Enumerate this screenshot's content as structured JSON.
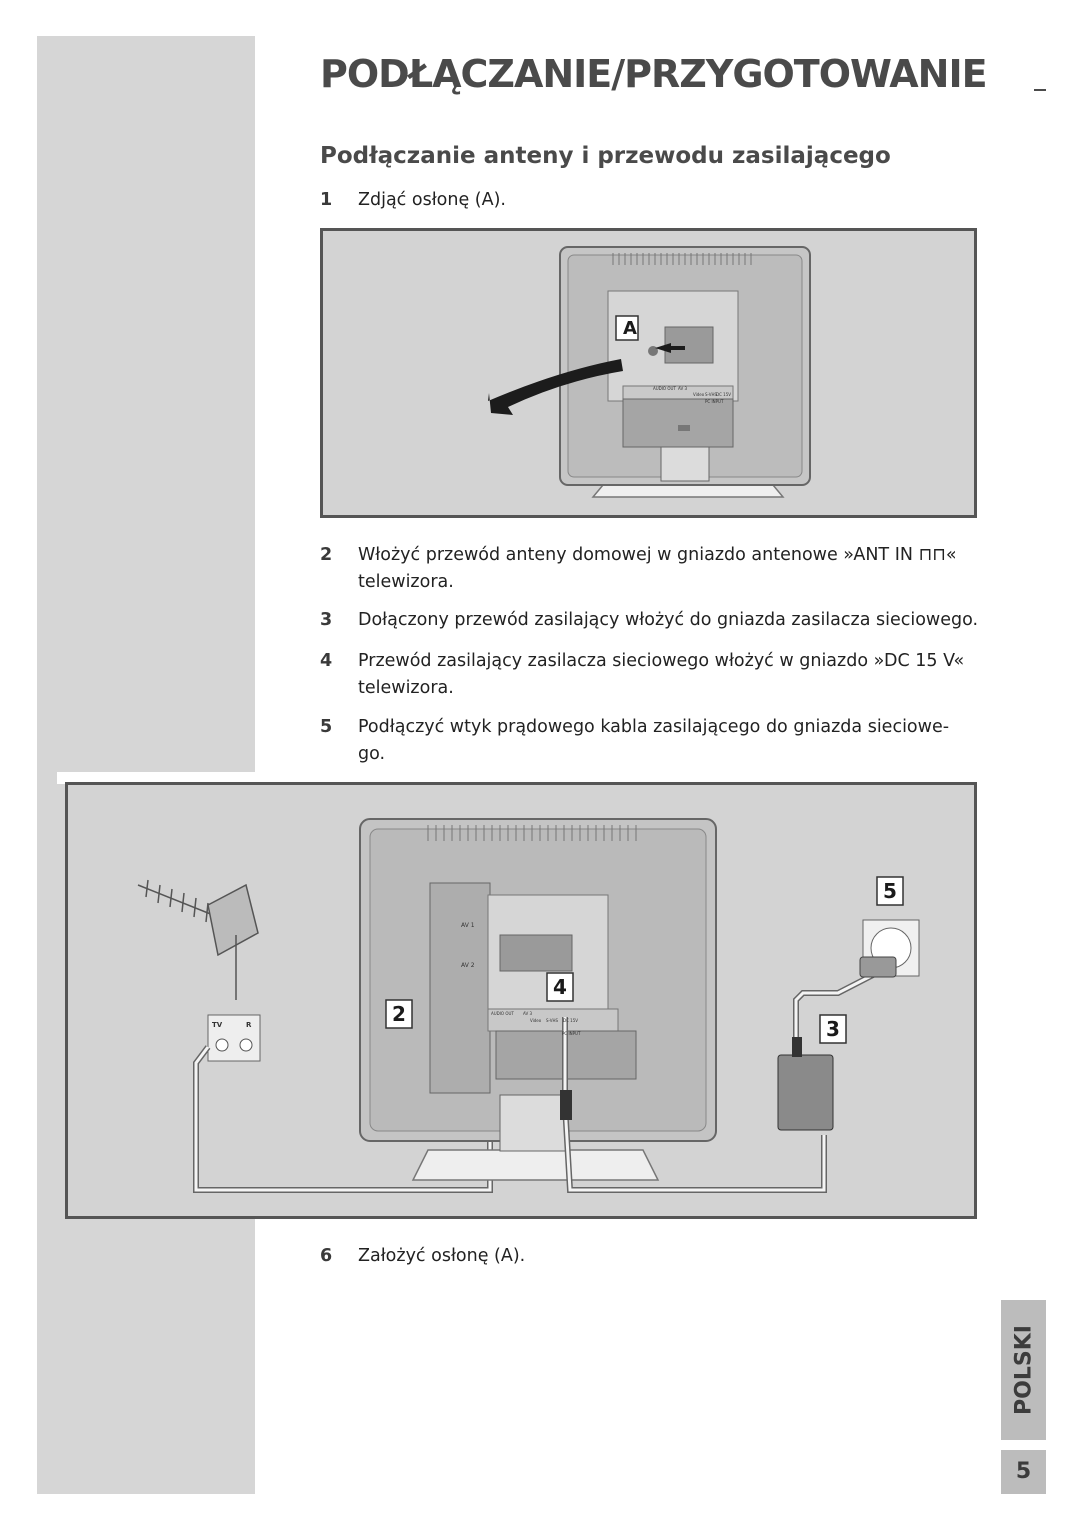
{
  "header": {
    "title": "PODŁĄCZANIE/PRZYGOTOWANIE",
    "subtitle": "Podłączanie anteny i przewodu zasilającego"
  },
  "steps": [
    {
      "num": "1",
      "text": "Zdjąć osłonę (A)."
    },
    {
      "num": "2",
      "text": "Włożyć przewód anteny domowej w gniazdo antenowe »ANT IN ⊓⊓« telewizora."
    },
    {
      "num": "3",
      "text": "Dołączony przewód zasilający włożyć do gniazda zasilacza sieciowego."
    },
    {
      "num": "4",
      "text": "Przewód zasilający zasilacza sieciowego włożyć w gniazdo »DC 15 V« telewizora."
    },
    {
      "num": "5",
      "text": "Podłączyć wtyk prądowego kabla zasilającego do gniazda sieciowe- go."
    },
    {
      "num": "6",
      "text": "Założyć osłonę (A)."
    }
  ],
  "figure1": {
    "callout": "A",
    "panel_labels": [
      "AUDIO OUT",
      "AV 3",
      "Video",
      "S-VHS",
      "DC 15V",
      "PC INPUT"
    ]
  },
  "figure2": {
    "callouts": [
      "5",
      "4",
      "2",
      "3"
    ],
    "side_labels": [
      "AV 1",
      "AV 2"
    ],
    "panel_labels": [
      "AUDIO OUT",
      "AV 3",
      "Video",
      "S-VHS",
      "DC 15V",
      "PC INPUT"
    ],
    "wall_socket_labels": [
      "TV",
      "R"
    ]
  },
  "footer": {
    "language_tab": "POLSKI",
    "page_number": "5"
  }
}
